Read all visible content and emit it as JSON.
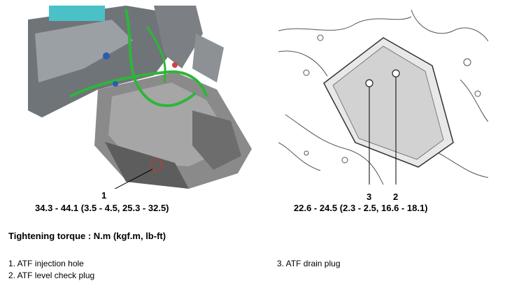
{
  "left_figure": {
    "callouts": [
      "1"
    ],
    "torque": "34.3 - 44.1 (3.5 - 4.5, 25.3 - 32.5)"
  },
  "right_figure": {
    "callouts": [
      "3",
      "2"
    ],
    "torque": "22.6 - 24.5 (2.3 - 2.5, 16.6 - 18.1)"
  },
  "tightening_torque": "Tightening torque : N.m (kgf.m, lb-ft)",
  "legend": [
    "1. ATF injection hole",
    "2. ATF level check plug",
    "3. ATF drain plug"
  ],
  "colors": {
    "harness": "#2fb53a",
    "highlight_circle": "#d9302a",
    "housing": "#8a8a8a",
    "line_art": "#555555"
  }
}
